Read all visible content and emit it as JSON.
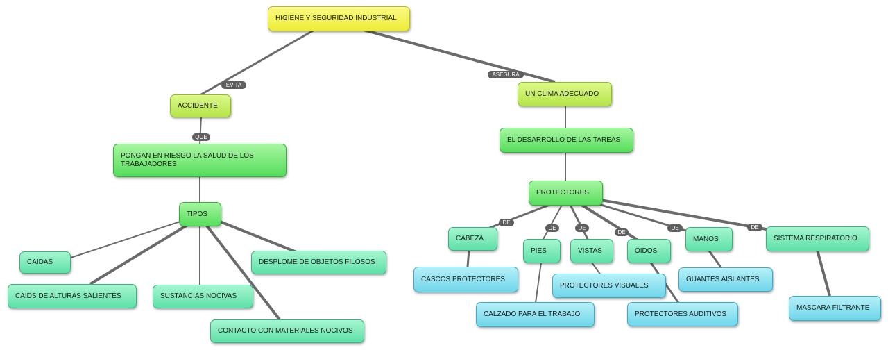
{
  "nodes": {
    "root": "HIGIENE Y SEGURIDAD INDUSTRIAL",
    "accidente": "ACCIDENTE",
    "clima": "UN CLIMA ADECUADO",
    "riesgo": "PONGAN EN RIESGO LA SALUD DE LOS TRABAJADORES",
    "desarrollo": "EL DESARROLLO DE LAS TAREAS",
    "tipos": "TIPOS",
    "protectores": "PROTECTORES",
    "caidas": "CAIDAS",
    "caids_alturas": "CAIDS DE ALTURAS SALIENTES",
    "sustancias": "SUSTANCIAS NOCIVAS",
    "desplome": "DESPLOME DE OBJETOS FILOSOS",
    "contacto": "CONTACTO CON MATERIALES NOCIVOS",
    "cabeza": "CABEZA",
    "pies": "PIES",
    "vistas": "VISTAS",
    "oidos": "OIDOS",
    "manos": "MANOS",
    "respiratorio": "SISTEMA RESPIRATORIO",
    "cascos": "CASCOS PROTECTORES",
    "calzado": "CALZADO PARA EL TRABAJO",
    "prot_visuales": "PROTECTORES VISUALES",
    "prot_auditivos": "PROTECTORES AUDITIVOS",
    "guantes": "GUANTES AISLANTES",
    "mascara": "MASCARA FILTRANTE"
  },
  "link_labels": {
    "evita": "EVITA",
    "asegura": "ASEGURA",
    "que": "QUE",
    "de": "DE"
  },
  "colors": {
    "line": "#6b6b6b",
    "label_bg": "#5f5f5f"
  }
}
